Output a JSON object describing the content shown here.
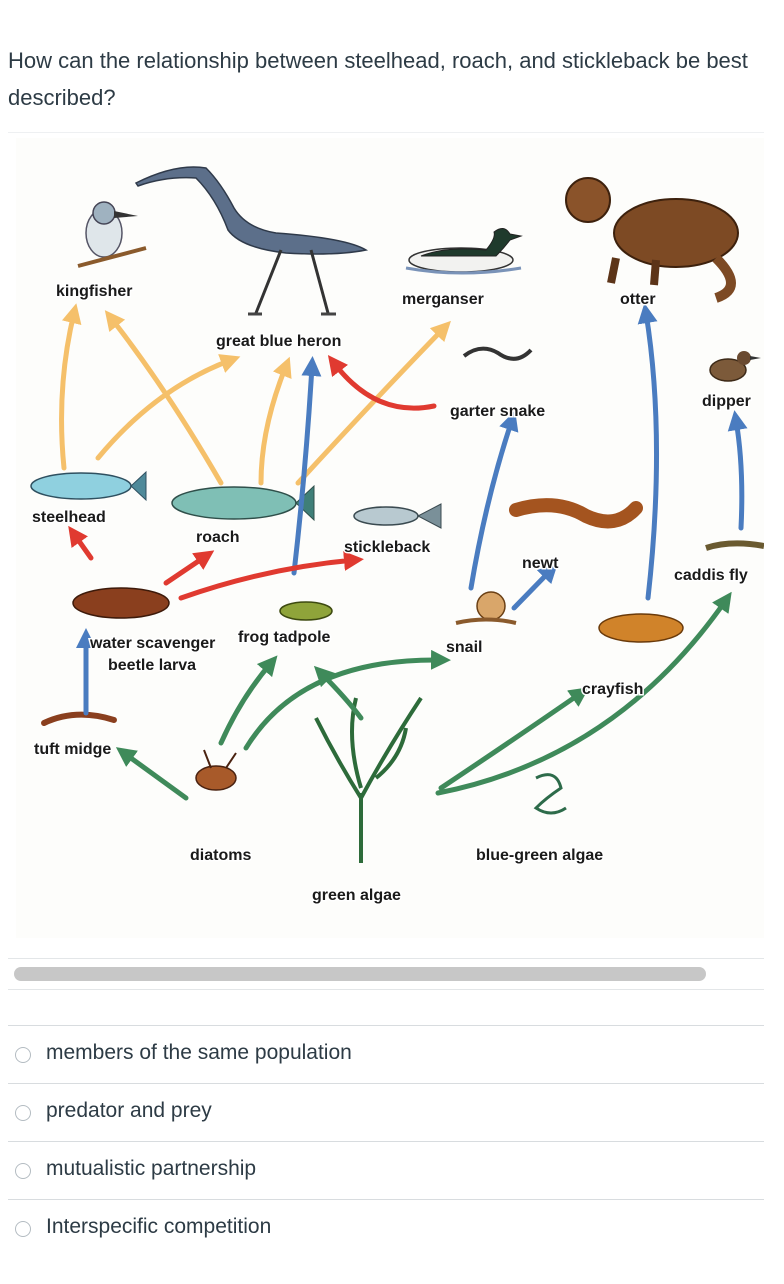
{
  "question": {
    "text": "How can the relationship between steelhead,  roach, and stickleback be best described?"
  },
  "food_web": {
    "labels": {
      "kingfisher": "kingfisher",
      "great_blue_heron": "great blue heron",
      "merganser": "merganser",
      "otter": "otter",
      "dipper": "dipper",
      "garter_snake": "garter snake",
      "steelhead": "steelhead",
      "roach": "roach",
      "stickleback": "stickleback",
      "newt": "newt",
      "caddis_fly": "caddis fly",
      "water_scavenger_beetle_larva_line1": "water scavenger",
      "water_scavenger_beetle_larva_line2": "beetle larva",
      "frog_tadpole": "frog tadpole",
      "snail": "snail",
      "crayfish": "crayfish",
      "tuft_midge": "tuft midge",
      "diatoms": "diatoms",
      "green_algae": "green algae",
      "blue_green_algae": "blue-green algae"
    },
    "arrow_colors": {
      "orange": "#f5c06a",
      "blue": "#4a7cc0",
      "red": "#e03a30",
      "green": "#3f8a5a"
    }
  },
  "answers": [
    {
      "label": "members of the same population"
    },
    {
      "label": "predator and prey"
    },
    {
      "label": "mutualistic partnership"
    },
    {
      "label": "Interspecific competition"
    }
  ]
}
